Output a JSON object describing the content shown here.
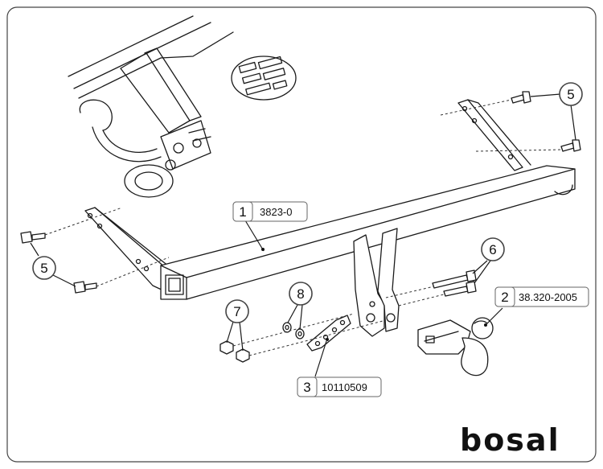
{
  "parts": [
    {
      "number": "1",
      "code": "3823-0"
    },
    {
      "number": "2",
      "code": "38.320-2005"
    },
    {
      "number": "3",
      "code": "10110509"
    }
  ],
  "callouts": {
    "bolt_right": "5",
    "bolt_left": "5",
    "bolts_six": "6",
    "nuts": "7",
    "washers": "8"
  },
  "logo": "bosal"
}
